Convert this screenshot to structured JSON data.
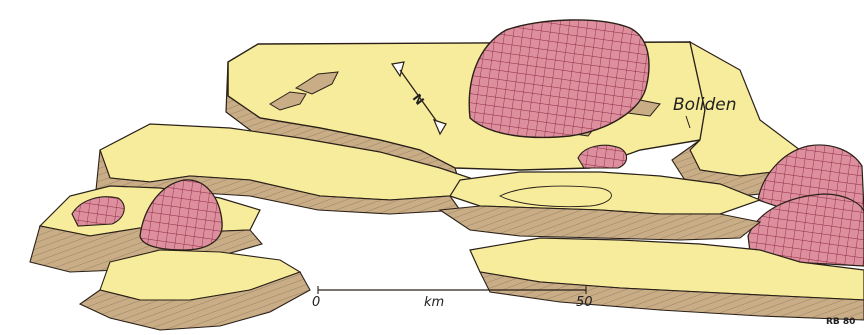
{
  "place_label": "Boliden",
  "scale_bar": {
    "start_label": "0",
    "unit_label": "km",
    "end_label": "50"
  },
  "north_arrow_label": "N",
  "signature": "RB 80",
  "colors": {
    "plateau_yellow": "#f6ec9c",
    "rock_brown": "#c9ad86",
    "granite_pink": "#d98a99",
    "grid_red": "#9c2f4b",
    "ink": "#2a2018"
  }
}
